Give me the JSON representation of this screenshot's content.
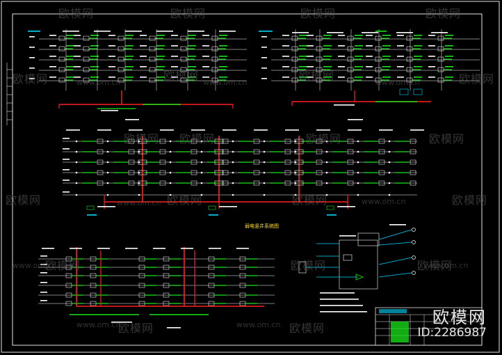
{
  "watermark": {
    "logo_text": "欧模网",
    "site": "www.om.cn"
  },
  "brand": {
    "name": "欧模网",
    "id_label": "ID:2286987"
  },
  "diagram": {
    "section_title": "弱电竖井系统图",
    "colors": {
      "background": "#000000",
      "border": "#ffffff",
      "riser": "#ff2020",
      "bus": "#19e619",
      "cyan": "#00d8ff",
      "label": "#ffffff",
      "device": "#e6e6e6"
    }
  }
}
